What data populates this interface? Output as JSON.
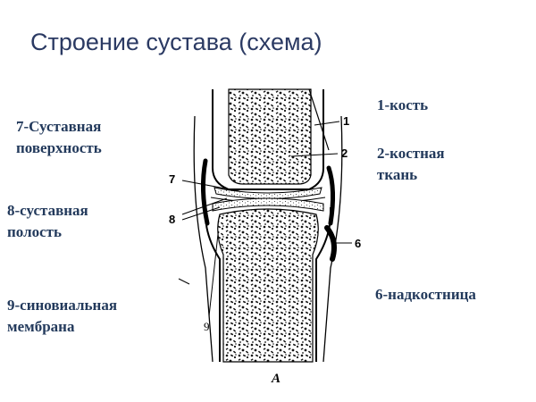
{
  "title": "Строение сустава (схема)",
  "legend": {
    "left_top": [
      "7-Суставная",
      "поверхность"
    ],
    "left_mid": [
      "8-суставная",
      "полость"
    ],
    "left_bottom": [
      "9-синовиальная",
      "мембрана"
    ],
    "right_top": [
      "1-кость"
    ],
    "right_mid": [
      "2-костная",
      "ткань"
    ],
    "right_bottom": [
      "6-надкостница"
    ]
  },
  "diagram": {
    "callouts": [
      "1",
      "2",
      "7",
      "8",
      "6",
      "9"
    ],
    "caption": "А"
  }
}
